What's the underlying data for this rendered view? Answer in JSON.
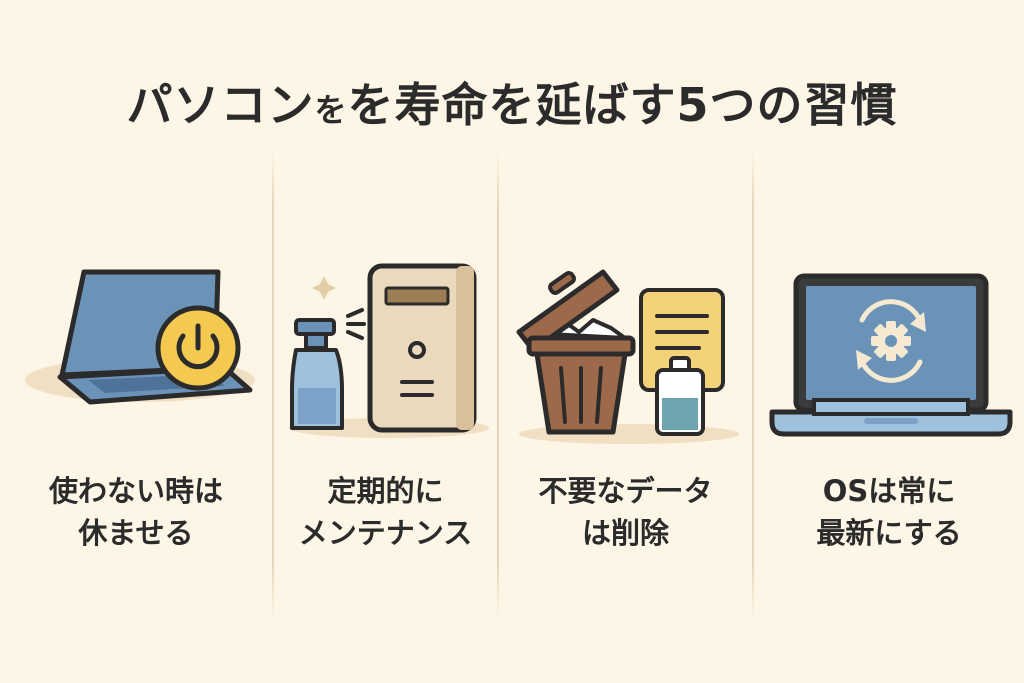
{
  "title": {
    "main_a": "パソコン",
    "main_small": "を",
    "main_b": "を寿命を延ばす5つの習慣"
  },
  "habits": [
    {
      "line1": "使わない時は",
      "line2": "休ませる",
      "icon": "laptop-power-icon"
    },
    {
      "line1": "定期的に",
      "line2": "メンテナンス",
      "icon": "spray-tower-pc-icon"
    },
    {
      "line1": "不要なデータ",
      "line2": "は削除",
      "icon": "trash-can-document-icon"
    },
    {
      "line1": "OSは常に",
      "line2": "最新にする",
      "icon": "laptop-update-gear-icon"
    }
  ],
  "colors": {
    "background": "#fdf6e6",
    "blue": "#6b93b8",
    "yellow": "#f3c94f",
    "beige": "#ead9bd",
    "brown": "#9c6a4a",
    "outline": "#2b2b2b"
  }
}
